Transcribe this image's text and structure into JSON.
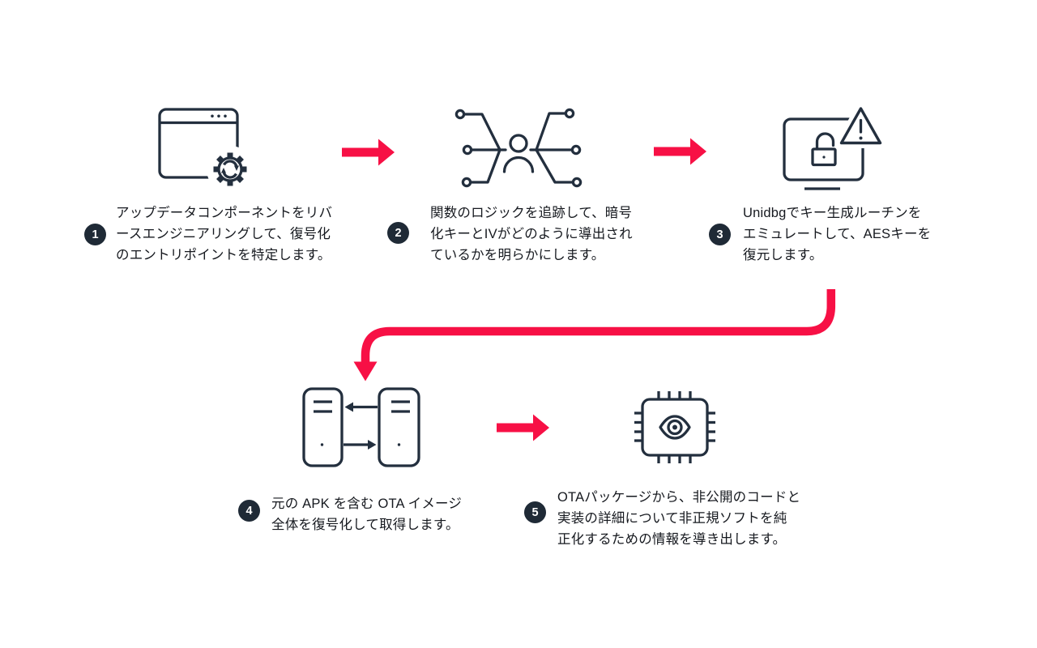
{
  "diagram": {
    "name": "ota-decryption-workflow",
    "colors": {
      "background": "#FFFFFF",
      "accent_red": "#F71045",
      "icon_navy": "#232F3E",
      "badge_navy": "#1F2A36",
      "text": "#16191F"
    },
    "steps": [
      {
        "number": "1",
        "icon": "browser-update-icon",
        "lines": [
          "アップデータコンポーネントをリバ",
          "ースエンジニアリングして、復号化",
          "のエントリポイントを特定します。"
        ]
      },
      {
        "number": "2",
        "icon": "function-trace-icon",
        "lines": [
          "関数のロジックを追跡して、暗号",
          "化キーとIVがどのように導出され",
          "ているかを明らかにします。"
        ]
      },
      {
        "number": "3",
        "icon": "monitor-unlock-alert-icon",
        "lines": [
          "Unidbgでキー生成ルーチンを",
          "エミュレートして、AESキーを",
          "復元します。"
        ]
      },
      {
        "number": "4",
        "icon": "server-transfer-icon",
        "lines": [
          "元の APK を含む OTA イメージ",
          "全体を復号化して取得します。"
        ]
      },
      {
        "number": "5",
        "icon": "chip-eye-icon",
        "lines": [
          "OTAパッケージから、非公開のコードと",
          "実装の詳細について非正規ソフトを純",
          "正化するための情報を導き出します。"
        ]
      }
    ],
    "arrows": [
      {
        "name": "flow-arrow-1-2",
        "from": "1",
        "to": "2",
        "shape": "straight-right"
      },
      {
        "name": "flow-arrow-2-3",
        "from": "2",
        "to": "3",
        "shape": "straight-right"
      },
      {
        "name": "flow-arrow-3-4",
        "from": "3",
        "to": "4",
        "shape": "wrap-down-left-down"
      },
      {
        "name": "flow-arrow-4-5",
        "from": "4",
        "to": "5",
        "shape": "straight-right"
      }
    ]
  }
}
